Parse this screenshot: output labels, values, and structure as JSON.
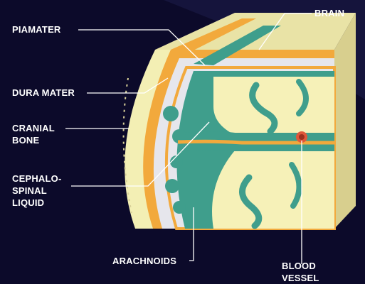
{
  "labels": {
    "piamater": "PIAMATER",
    "dura_mater": "DURA MATER",
    "cranial_bone": "CRANIAL\nBONE",
    "cephalo_spinal_liquid": "CEPHALO-\nSPINAL\nLIQUID",
    "arachnoids": "ARACHNOIDS",
    "brain": "BRAIN",
    "blood_vessel": "BLOOD\nVESSEL"
  },
  "colors": {
    "background": "#0c0a2a",
    "bone": "#f3efb4",
    "dura": "#f2a93c",
    "csf": "#e6e6ec",
    "pia": "#3f9e8c",
    "brain": "#f6f1b8",
    "vessel": "#e0573a",
    "leader": "#ffffff"
  }
}
